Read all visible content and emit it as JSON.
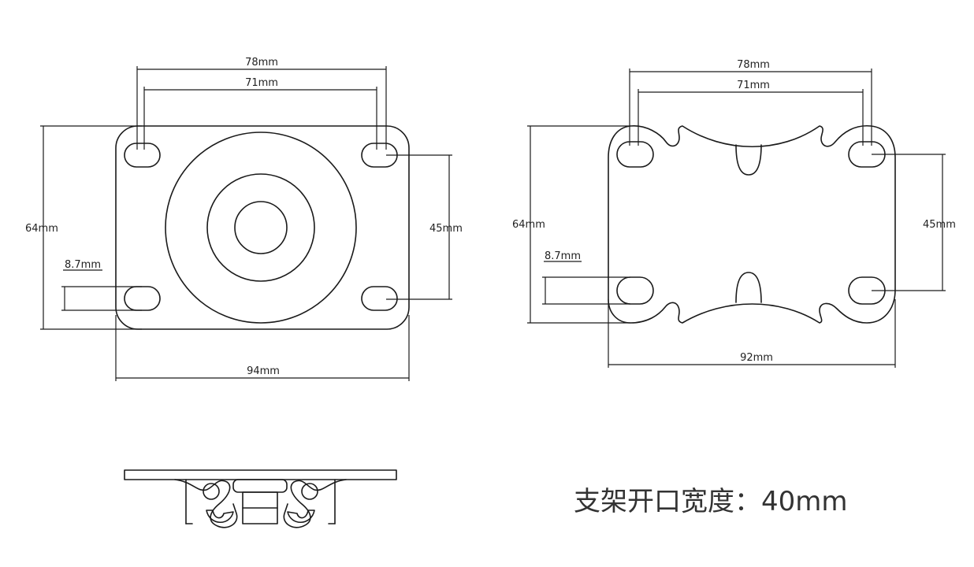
{
  "left_plate": {
    "dim_78": "78mm",
    "dim_71": "71mm",
    "dim_64": "64mm",
    "dim_45": "45mm",
    "dim_8_7": "8.7mm",
    "dim_94": "94mm"
  },
  "right_plate": {
    "dim_78": "78mm",
    "dim_71": "71mm",
    "dim_64": "64mm",
    "dim_45": "45mm",
    "dim_8_7": "8.7mm",
    "dim_92": "92mm"
  },
  "caption": "支架开口宽度：40mm"
}
